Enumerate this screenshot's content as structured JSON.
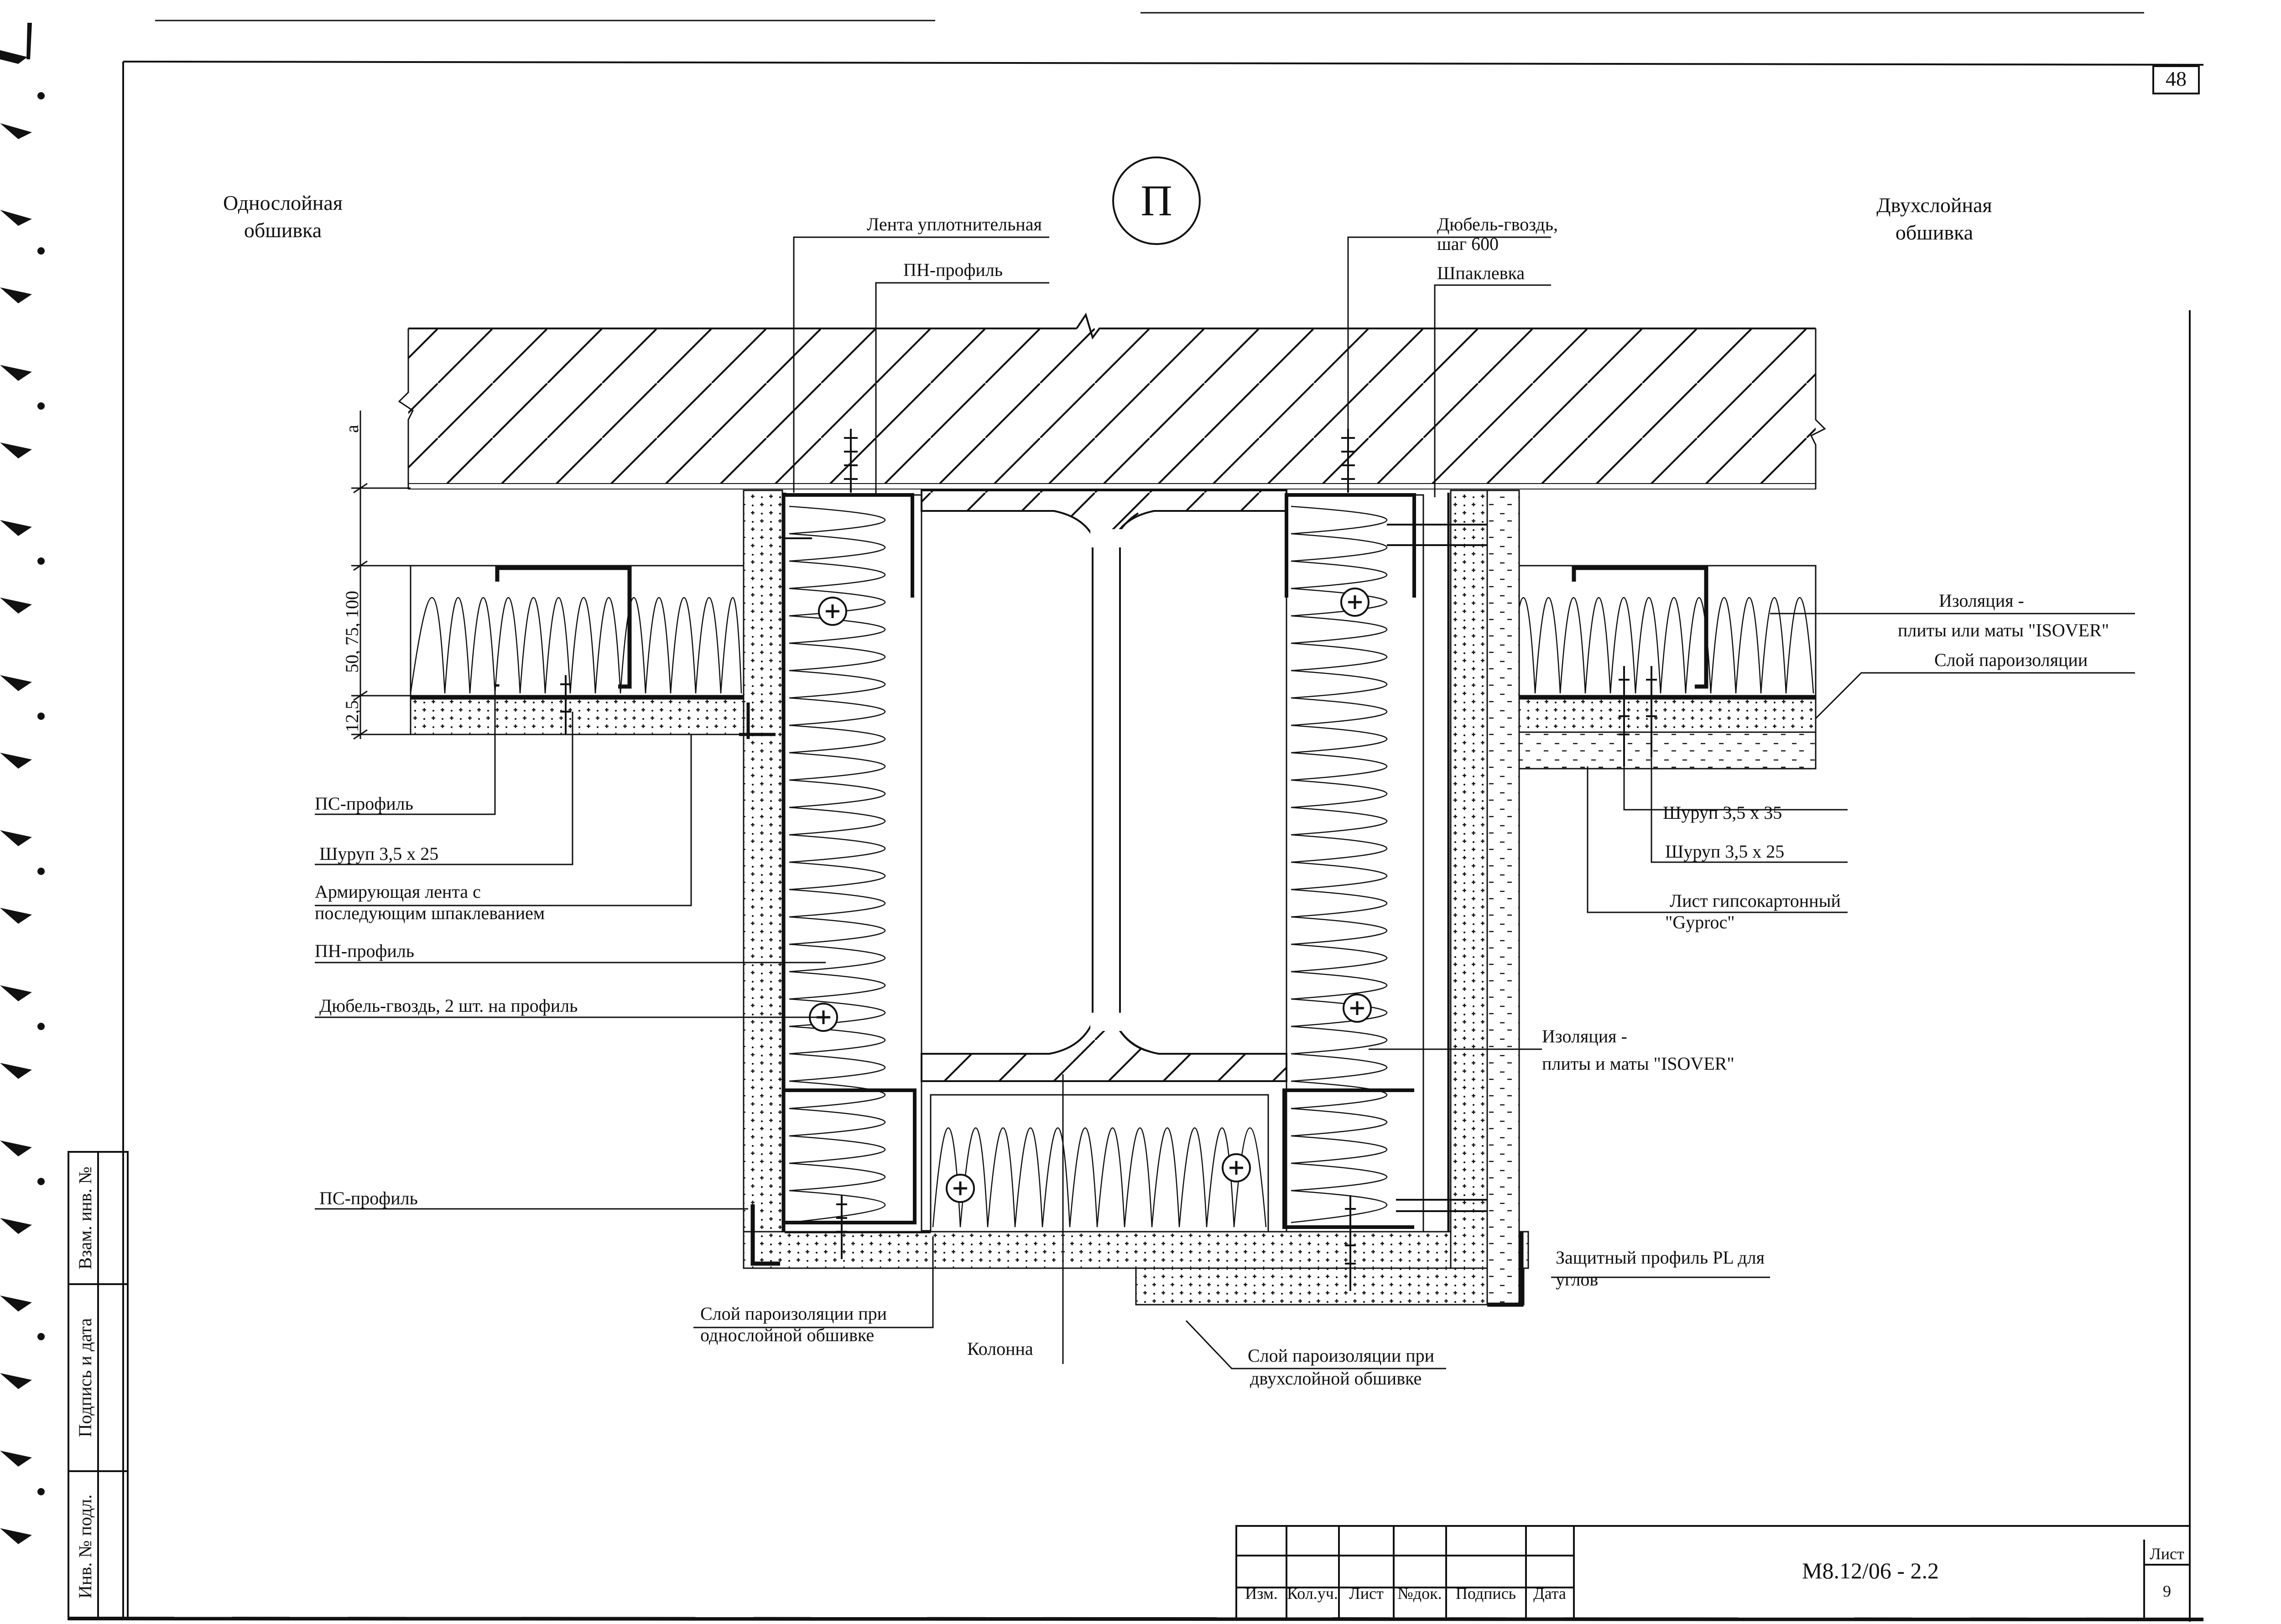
{
  "sheet_number_top": "48",
  "detail_mark": "П",
  "left_title": [
    "Однослойная",
    "обшивка"
  ],
  "right_title": [
    "Двухслойная",
    "обшивка"
  ],
  "dimensions": {
    "a": "a",
    "thickness": "50, 75, 100",
    "board": "12,5"
  },
  "callouts": {
    "tape": "Лента уплотнительная",
    "pn_top": "ПН-профиль",
    "dowel_top": [
      "Дюбель-гвоздь,",
      "шаг 600"
    ],
    "putty": "Шпаклевка",
    "insul_right": [
      "Изоляция -",
      "плиты или маты  \"ISOVER\""
    ],
    "vapor_right": "Слой пароизоляции",
    "ps_left": "ПС-профиль",
    "screw_25_left": "Шуруп 3,5 х 25",
    "tape_reinforce": [
      "Армирующая лента с",
      "последующим шпаклеванием"
    ],
    "pn_left": "ПН-профиль",
    "dowel_left": "Дюбель-гвоздь, 2 шт. на профиль",
    "screw_35": "Шуруп 3,5 х 35",
    "screw_25_right": "Шуруп 3,5 х 25",
    "gypsum": [
      "Лист гипсокартонный",
      "\"Gyproc\""
    ],
    "insul_mid": [
      "Изоляция -",
      "плиты и маты  \"ISOVER\""
    ],
    "ps_bottom": "ПС-профиль",
    "corner": [
      "Защитный профиль PL для",
      "углов"
    ],
    "vapor_single": [
      "Слой пароизоляции при",
      "однослойной обшивке"
    ],
    "column": "Колонна",
    "vapor_double": [
      "Слой пароизоляции при",
      "двухслойной обшивке"
    ]
  },
  "side_stamp": [
    "Взам. инв. №",
    "Подпись и дата",
    "Инв. № подл."
  ],
  "title_block": {
    "headers": [
      "Изм.",
      "Кол.уч.",
      "Лист",
      "№док.",
      "Подпись",
      "Дата"
    ],
    "doc_code": "М8.12/06 - 2.2",
    "sheet_label": "Лист",
    "sheet_value": "9"
  }
}
